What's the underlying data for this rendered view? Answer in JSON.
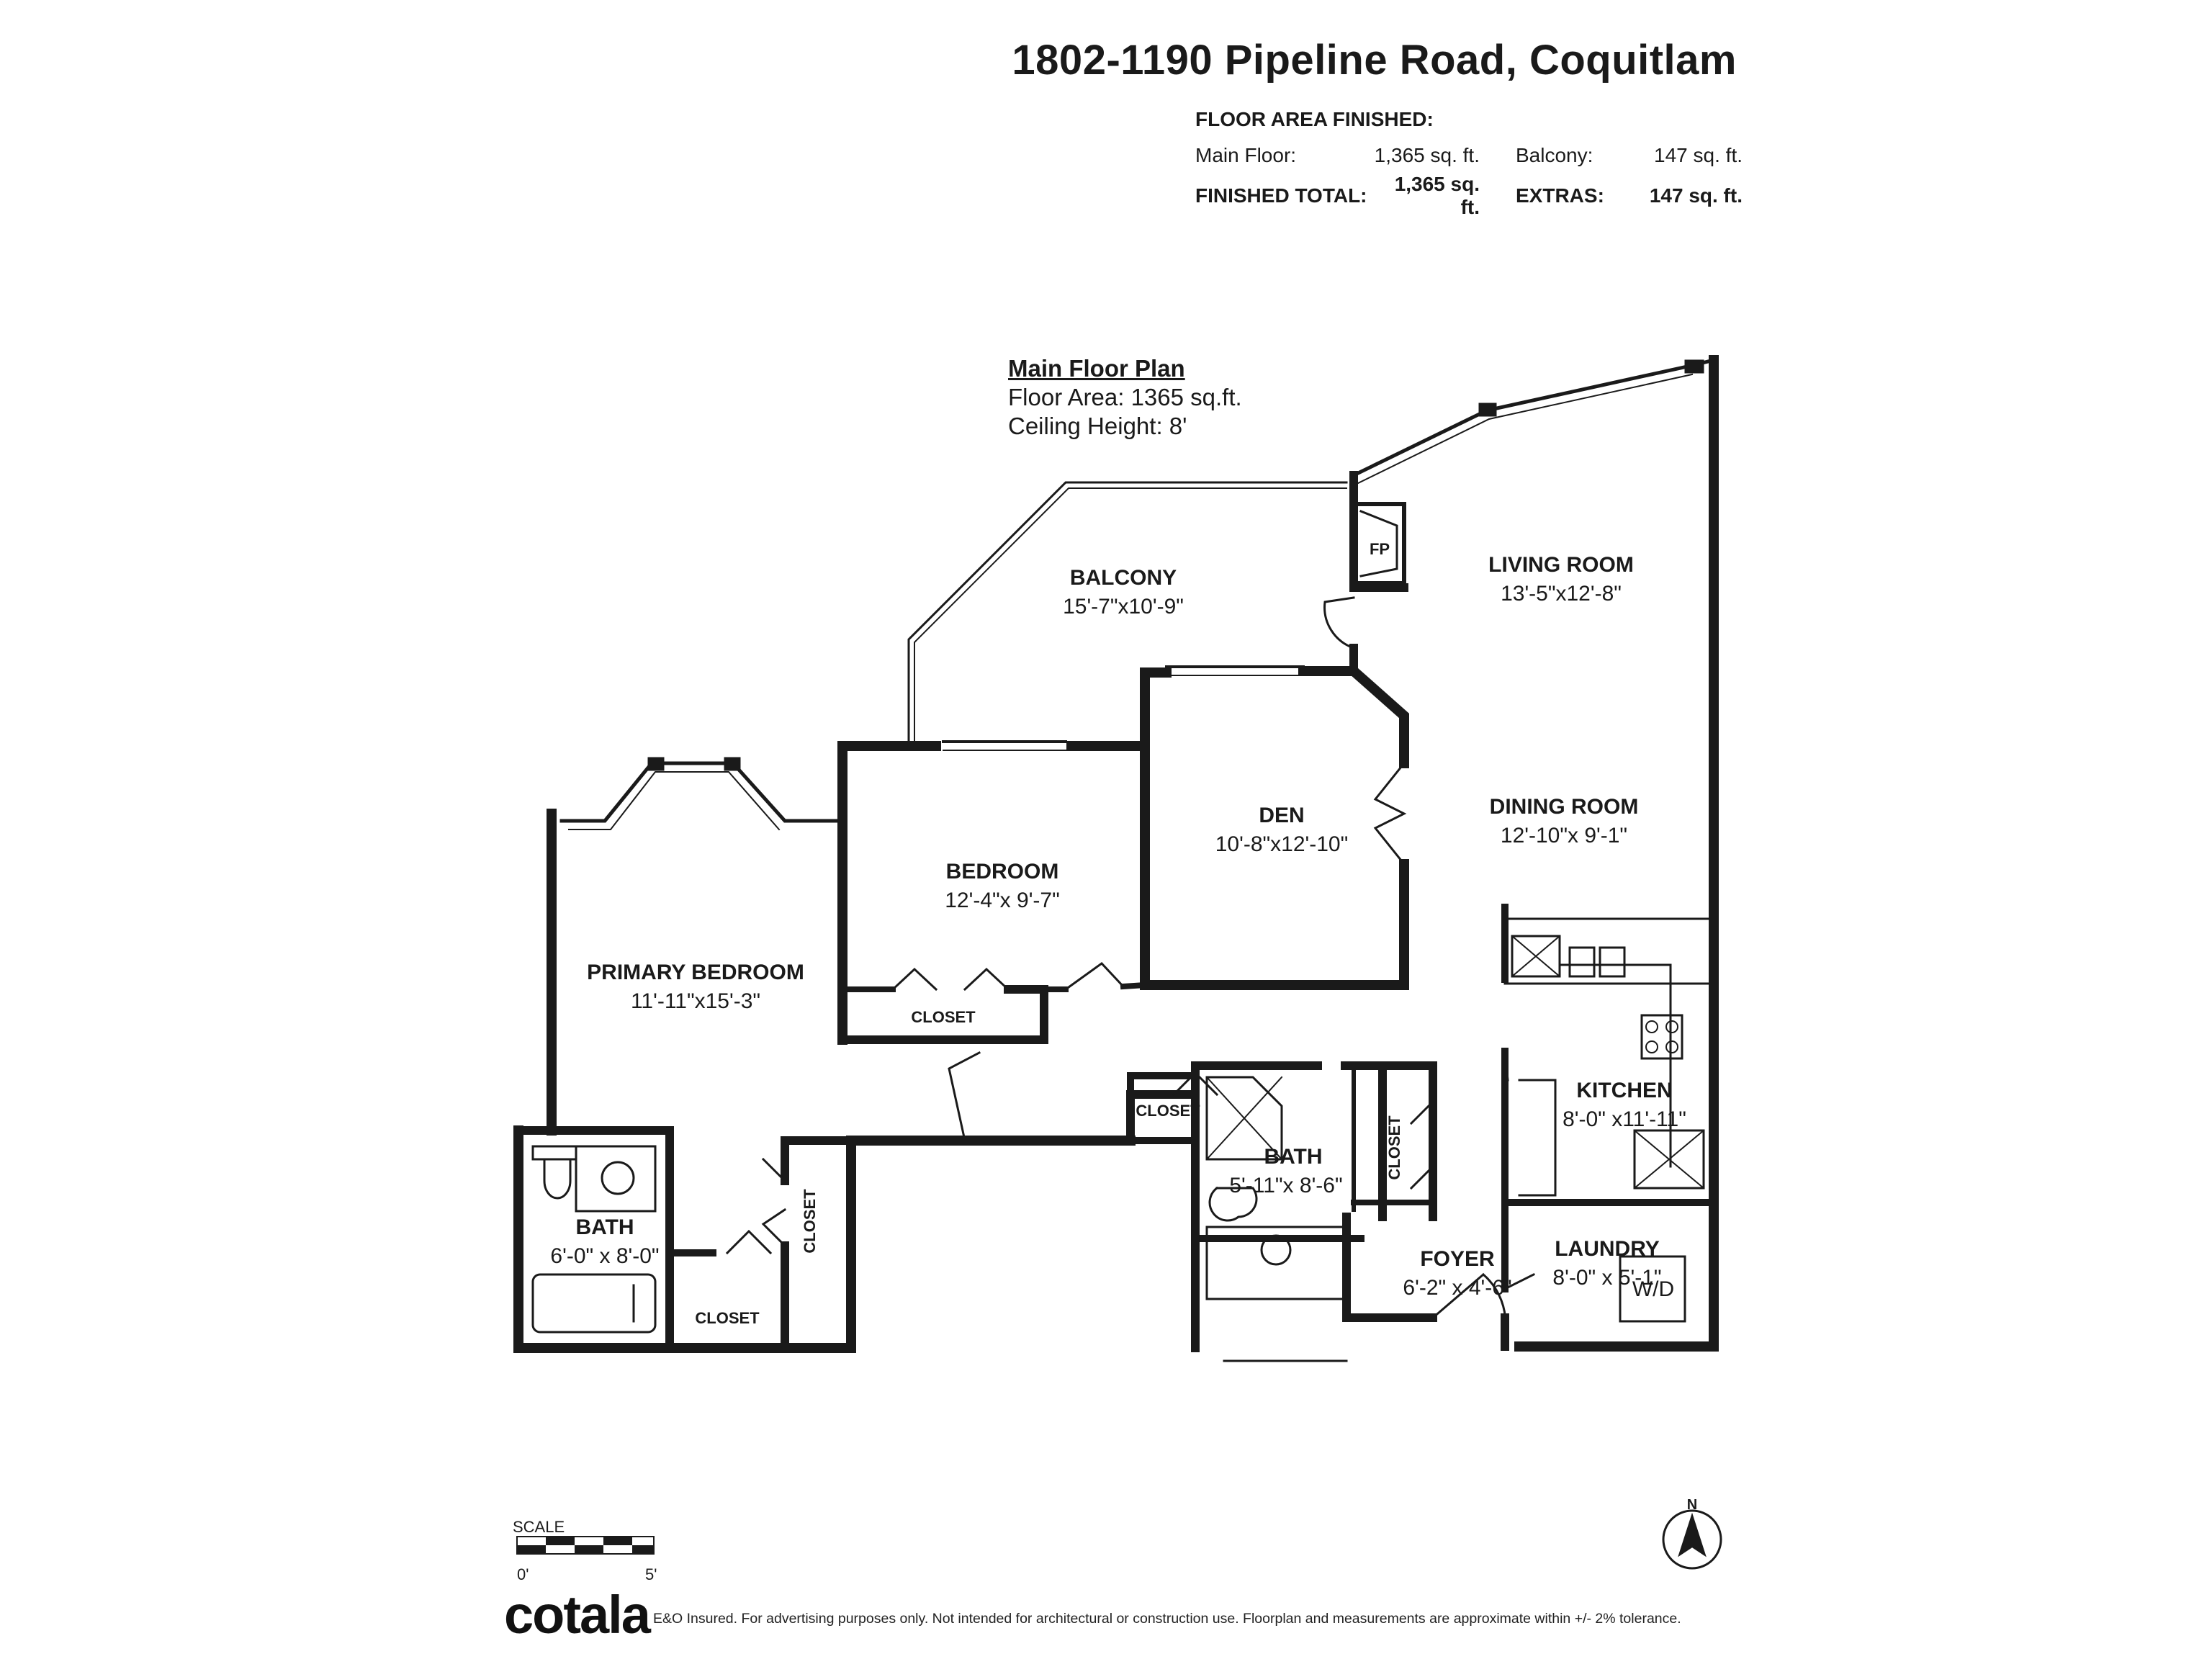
{
  "header": {
    "address": "1802-1190 Pipeline Road, Coquitlam",
    "floor_area_heading": "FLOOR AREA FINISHED:",
    "main_floor_label": "Main Floor:",
    "main_floor_value": "1,365 sq. ft.",
    "balcony_label": "Balcony:",
    "balcony_value": "147 sq. ft.",
    "finished_total_label": "FINISHED TOTAL:",
    "finished_total_value": "1,365 sq. ft.",
    "extras_label": "EXTRAS:",
    "extras_value": "147 sq. ft."
  },
  "plan": {
    "title": "Main Floor Plan",
    "floor_area": "Floor Area: 1365 sq.ft.",
    "ceiling_height": "Ceiling Height: 8'"
  },
  "rooms": {
    "balcony": {
      "name": "BALCONY",
      "dims": "15'-7\"x10'-9\""
    },
    "living_room": {
      "name": "LIVING ROOM",
      "dims": "13'-5\"x12'-8\""
    },
    "den": {
      "name": "DEN",
      "dims": "10'-8\"x12'-10\""
    },
    "dining_room": {
      "name": "DINING ROOM",
      "dims": "12'-10\"x 9'-1\""
    },
    "bedroom": {
      "name": "BEDROOM",
      "dims": "12'-4\"x 9'-7\""
    },
    "primary_bedroom": {
      "name": "PRIMARY BEDROOM",
      "dims": "11'-11\"x15'-3\""
    },
    "kitchen": {
      "name": "KITCHEN",
      "dims": "8'-0\" x11'-11\""
    },
    "bath_main": {
      "name": "BATH",
      "dims": "5'-11\"x 8'-6\""
    },
    "bath_ensuite": {
      "name": "BATH",
      "dims": "6'-0\" x 8'-0\""
    },
    "foyer": {
      "name": "FOYER",
      "dims": "6'-2\" x 4'-6\""
    },
    "laundry": {
      "name": "LAUNDRY",
      "dims": "8'-0\" x 5'-1\""
    }
  },
  "small_labels": {
    "fp": "FP",
    "closet": "CLOSET",
    "wd": "W/D"
  },
  "scale": {
    "label": "SCALE",
    "start": "0'",
    "end": "5'"
  },
  "compass": {
    "north": "N"
  },
  "footer": {
    "logo": "cotala",
    "disclaimer": "E&O Insured. For advertising purposes only. Not intended for architectural or construction use. Floorplan and measurements are approximate within +/- 2% tolerance."
  }
}
